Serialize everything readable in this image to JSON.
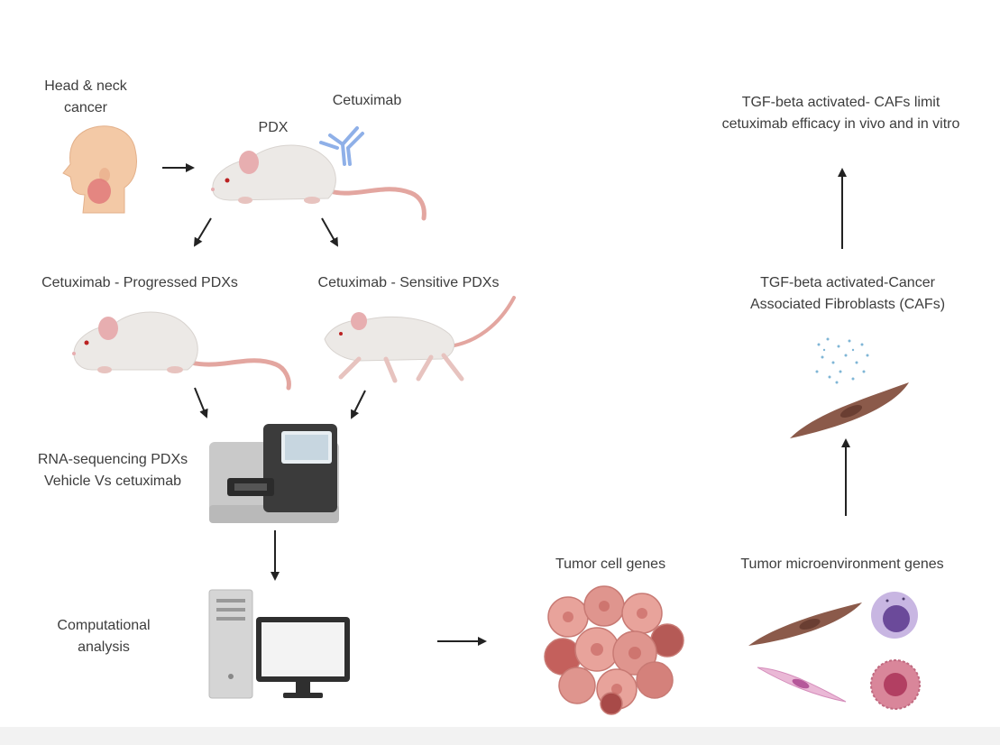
{
  "labels": {
    "head_neck_line1": "Head & neck",
    "head_neck_line2": "cancer",
    "pdx": "PDX",
    "cetuximab": "Cetuximab",
    "progressed": "Cetuximab - Progressed PDXs",
    "sensitive": "Cetuximab - Sensitive PDXs",
    "rnaseq_line1": "RNA-sequencing PDXs",
    "rnaseq_line2": "Vehicle Vs cetuximab",
    "computational_line1": "Computational",
    "computational_line2": "analysis",
    "tumor_cell_genes": "Tumor cell genes",
    "tme_genes": "Tumor microenvironment  genes",
    "tgf_cafs_line1": "TGF-beta activated-Cancer",
    "tgf_cafs_line2": "Associated Fibroblasts (CAFs)",
    "conclusion_line1": "TGF-beta activated- CAFs limit",
    "conclusion_line2": "cetuximab efficacy in vivo and in vitro"
  },
  "icons": {
    "head": "human-head-icon",
    "mouse": "mouse-icon",
    "antibody": "antibody-icon",
    "sequencer": "sequencer-icon",
    "computer": "computer-icon",
    "tumor": "tumor-cluster-icon",
    "fibroblast": "fibroblast-cell-icon",
    "immune": "immune-cell-icon",
    "secreted": "secreted-factors-icon"
  },
  "colors": {
    "text": "#3d3d3d",
    "arrow": "#222222",
    "mouse_body": "#ece9e6",
    "mouse_tail": "#e3a6a0",
    "antibody": "#8fb0e8",
    "fibroblast": "#8b5a4a",
    "tumor": "#d9908a",
    "skin": "#f3c9a6"
  }
}
